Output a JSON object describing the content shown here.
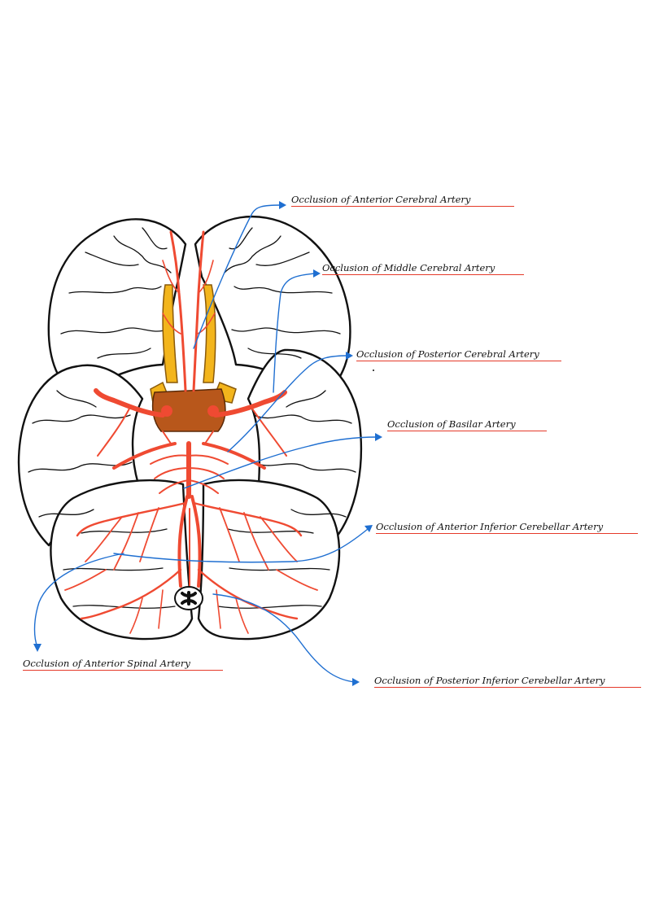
{
  "colors": {
    "outline": "#111111",
    "artery": "#ef4a32",
    "optic": "#f3b51c",
    "chiasm": "#b8571b",
    "pointer": "#1f6fd1",
    "underline": "#e53a2a"
  },
  "labels": [
    {
      "id": "anterior-cerebral",
      "text": "Occlusion of Anterior Cerebral Artery"
    },
    {
      "id": "middle-cerebral",
      "text": "Occlusion of Middle Cerebral Artery"
    },
    {
      "id": "posterior-cerebral",
      "text": "Occlusion of Posterior Cerebral Artery"
    },
    {
      "id": "basilar",
      "text": "Occlusion of Basilar Artery"
    },
    {
      "id": "anterior-inferior-cerebellar",
      "text": "Occlusion of Anterior Inferior Cerebellar Artery"
    },
    {
      "id": "anterior-spinal",
      "text": "Occlusion of Anterior Spinal Artery"
    },
    {
      "id": "posterior-inferior-cerebellar",
      "text": "Occlusion of Posterior Inferior Cerebellar Artery"
    }
  ]
}
